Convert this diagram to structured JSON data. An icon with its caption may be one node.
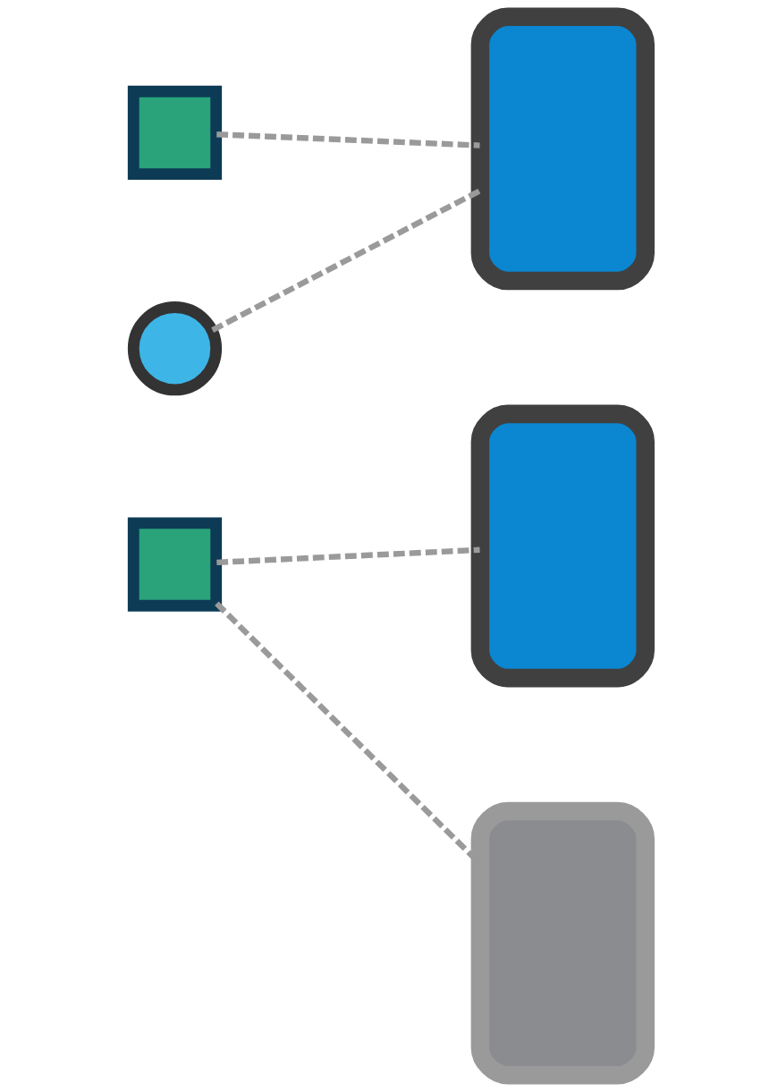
{
  "diagram": {
    "nodes": [
      {
        "text": [],
        "shape": "watch"
      },
      {
        "text": [],
        "shape": "watch"
      },
      {
        "text": [],
        "shape": "phone"
      },
      {
        "text": [],
        "shape": "watch"
      },
      {
        "text": [],
        "shape": "phone"
      },
      {
        "text": [],
        "shape": "phone"
      }
    ],
    "edges": [
      {
        "from": 0,
        "to": 2,
        "arrow": "none",
        "style": "dashed"
      },
      {
        "from": 1,
        "to": 2,
        "arrow": "none",
        "style": "dashed"
      },
      {
        "from": 3,
        "to": 4,
        "arrow": "none",
        "style": "dashed"
      },
      {
        "from": 3,
        "to": 5,
        "arrow": "none",
        "style": "dashed"
      }
    ]
  }
}
